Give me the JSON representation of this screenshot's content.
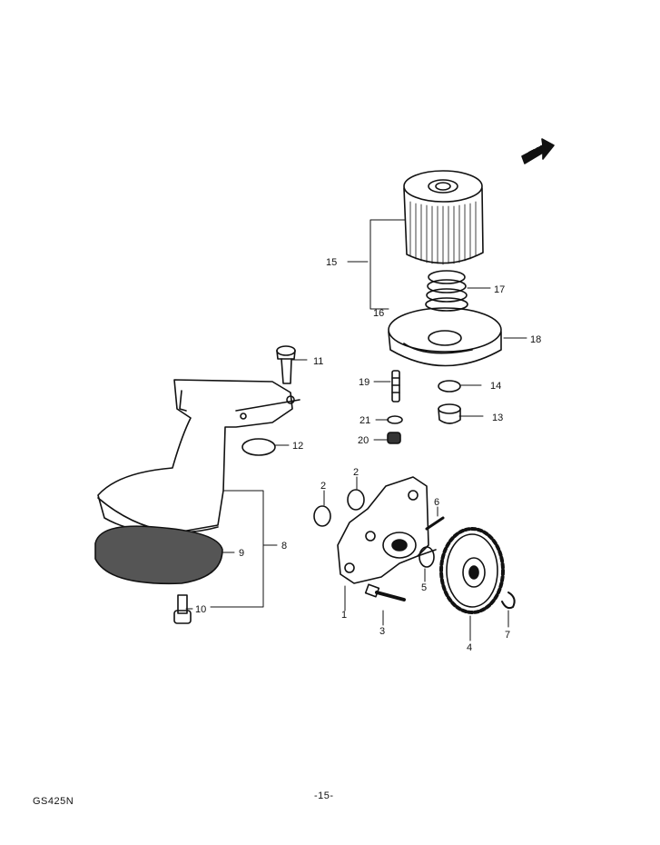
{
  "diagram": {
    "fwd_marker": "FWD",
    "labels": {
      "p1": "1",
      "p2a": "2",
      "p2b": "2",
      "p3": "3",
      "p4": "4",
      "p5": "5",
      "p6": "6",
      "p7": "7",
      "p8": "8",
      "p9": "9",
      "p10": "10",
      "p11": "11",
      "p12": "12",
      "p13": "13",
      "p14": "14",
      "p15": "15",
      "p16": "16",
      "p17": "17",
      "p18": "18",
      "p19": "19",
      "p20": "20",
      "p21": "21"
    }
  },
  "footer": {
    "model_code": "GS425N",
    "page_number": "-15-"
  }
}
